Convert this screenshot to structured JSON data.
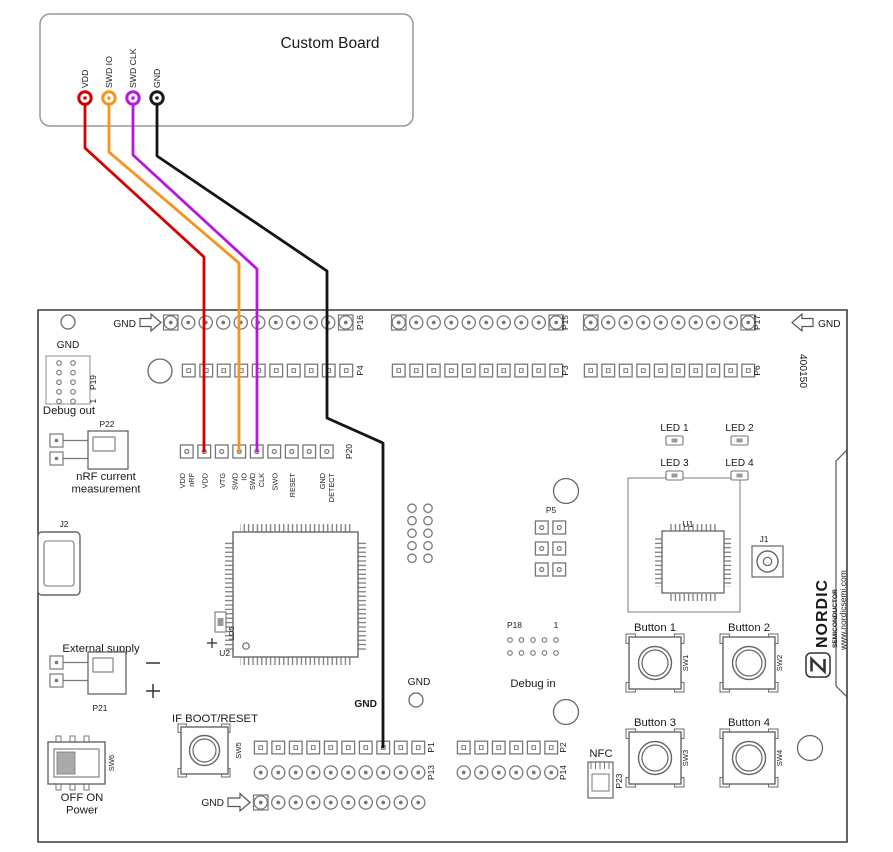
{
  "custom_board": {
    "title": "Custom Board",
    "terminals": [
      {
        "label": "VDD",
        "color": "#d40000"
      },
      {
        "label": "SWD IO",
        "color": "#f7941d"
      },
      {
        "label": "SWD CLK",
        "color": "#b816dd"
      },
      {
        "label": "GND",
        "color": "#1a1a1a"
      }
    ]
  },
  "wires": {
    "vdd": "#d40000",
    "swd_io": "#f7941d",
    "swd_clk": "#b816dd",
    "gnd": "#141414"
  },
  "board": {
    "part_number": "400150",
    "gnd": {
      "hole": "GND",
      "top_left": "GND",
      "top_right": "GND",
      "bottom": "GND",
      "center": "GND",
      "wire_end": "GND"
    },
    "headers": {
      "p16": "P16",
      "p15": "P15",
      "p17": "P17",
      "p4": "P4",
      "p3": "P3",
      "p6": "P6",
      "p1": "P1",
      "p13": "P13",
      "p2": "P2",
      "p14": "P14",
      "p5": "P5",
      "p18": "P18",
      "p19": "P19",
      "p20": "P20",
      "p21": "P21",
      "p22": "P22",
      "p23": "P23"
    },
    "p19_pin1": "1",
    "p18_pin1": "1",
    "debug_out": "Debug out",
    "debug_in": "Debug in",
    "current_measurement": {
      "line1": "nRF current",
      "line2": "measurement"
    },
    "external_supply": "External supply",
    "p20_pins": [
      [
        "VDD",
        "nRF"
      ],
      [
        "VDD",
        ""
      ],
      [
        "VTG",
        ""
      ],
      [
        "SWD",
        "IO"
      ],
      [
        "SWD",
        "CLK"
      ],
      [
        "SWO",
        ""
      ],
      [
        "RESET",
        ""
      ],
      [
        "GND",
        "DETECT"
      ]
    ],
    "leds": [
      "LED 1",
      "LED 2",
      "LED 3",
      "LED 4"
    ],
    "buttons": [
      {
        "label": "Button 1",
        "ref": "SW1"
      },
      {
        "label": "Button 2",
        "ref": "SW2"
      },
      {
        "label": "Button 3",
        "ref": "SW3"
      },
      {
        "label": "Button 4",
        "ref": "SW4"
      }
    ],
    "boot_reset": {
      "label": "IF BOOT/RESET",
      "ref": "SW5"
    },
    "power": {
      "ref": "SW6",
      "off_on": "OFF ON",
      "label": "Power"
    },
    "nfc": "NFC",
    "refs": {
      "u1": "U1",
      "u2": "U2",
      "ld5": "LD5",
      "j1": "J1",
      "j2": "J2"
    }
  },
  "branding": {
    "name": "NORDIC",
    "subtitle": "SEMICONDUCTOR",
    "website": "www.nordicsemi.com"
  }
}
